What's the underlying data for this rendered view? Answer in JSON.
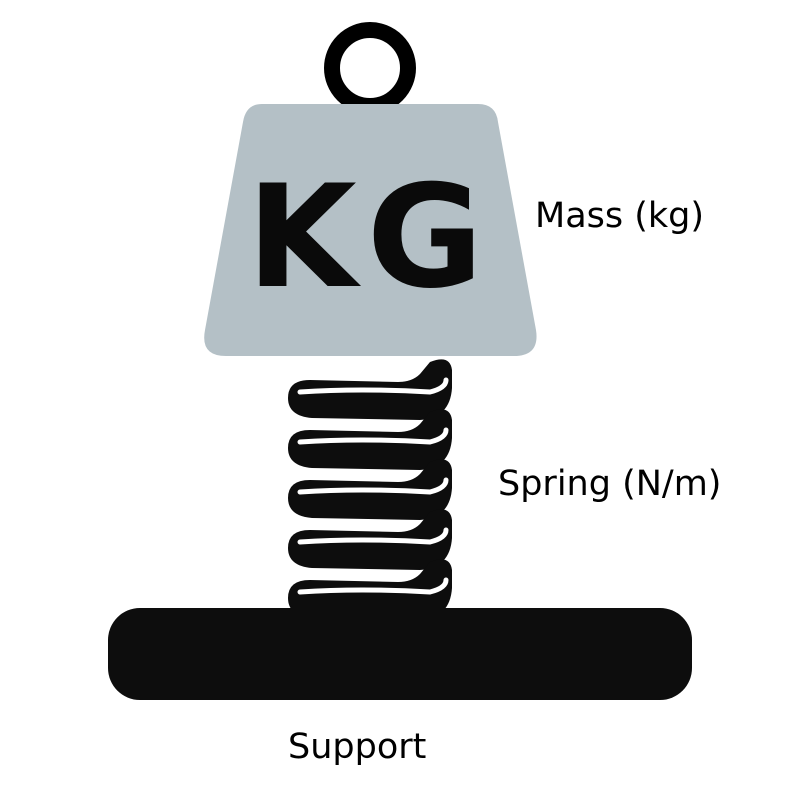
{
  "weight": {
    "mark": "KG",
    "color": "#b4c0c6",
    "ring_color": "#000000"
  },
  "spring": {
    "color": "#0d0d0d"
  },
  "support": {
    "color": "#0d0d0d"
  },
  "labels": {
    "mass": "Mass (kg)",
    "spring": "Spring (N/m)",
    "support": "Support"
  }
}
